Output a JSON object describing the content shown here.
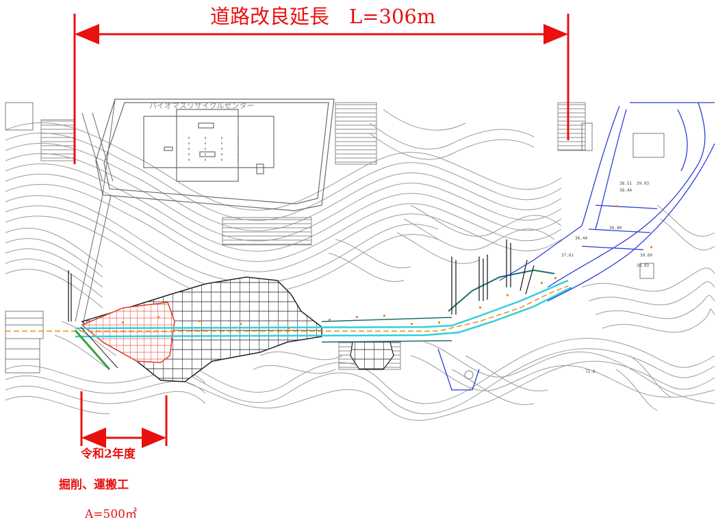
{
  "title": "道路改良延長　L=306m",
  "facility_label": "パイオマスリサイクルセンター",
  "annotation": {
    "year": "令和2年度",
    "work": "掘削、運搬工",
    "area": "A=500㎡"
  },
  "elevation_labels": [
    "71.8",
    "38.51",
    "38.44",
    "39.93",
    "38.40",
    "37.61",
    "38.44",
    "39.60",
    "38.93"
  ],
  "colors": {
    "dimension_red": "#e8110f",
    "contour_gray": "#9a9a9a",
    "hatch_black": "#222222",
    "excavation_red": "#e23a2a",
    "road_cyan": "#2fd0d8",
    "boundary_blue": "#2a3cd8",
    "survey_orange": "#f08a1c"
  }
}
